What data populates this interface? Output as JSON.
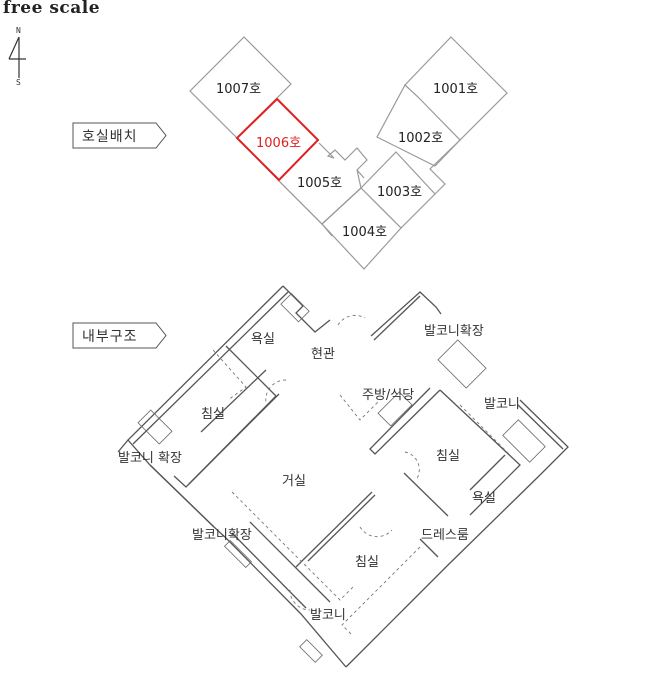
{
  "header": {
    "title": "free scale"
  },
  "compass": {
    "north": "N",
    "south": "S"
  },
  "section_tags": {
    "unit_layout": "호실배치",
    "floor_plan": "내부구조"
  },
  "units": [
    {
      "id": "1001",
      "label": "1001호",
      "selected": false
    },
    {
      "id": "1002",
      "label": "1002호",
      "selected": false
    },
    {
      "id": "1003",
      "label": "1003호",
      "selected": false
    },
    {
      "id": "1004",
      "label": "1004호",
      "selected": false
    },
    {
      "id": "1005",
      "label": "1005호",
      "selected": false
    },
    {
      "id": "1006",
      "label": "1006호",
      "selected": true
    },
    {
      "id": "1007",
      "label": "1007호",
      "selected": false
    }
  ],
  "rooms": {
    "bath_top": "욕실",
    "entrance": "현관",
    "balcony_ext_top": "발코니확장",
    "kitchen_dining": "주방/식당",
    "balcony_right": "발코니",
    "bedroom_left": "침실",
    "balcony_ext_left": "발코니 확장",
    "living": "거실",
    "bedroom_right": "침실",
    "bath_right": "욕실",
    "balcony_ext_bottom": "발코니확장",
    "dressroom": "드레스룸",
    "bedroom_bottom": "침실",
    "balcony_bottom": "발코니"
  },
  "colors": {
    "selected": "#e02020",
    "outline": "#9a9a9a",
    "wall": "#555555",
    "text": "#222222"
  }
}
